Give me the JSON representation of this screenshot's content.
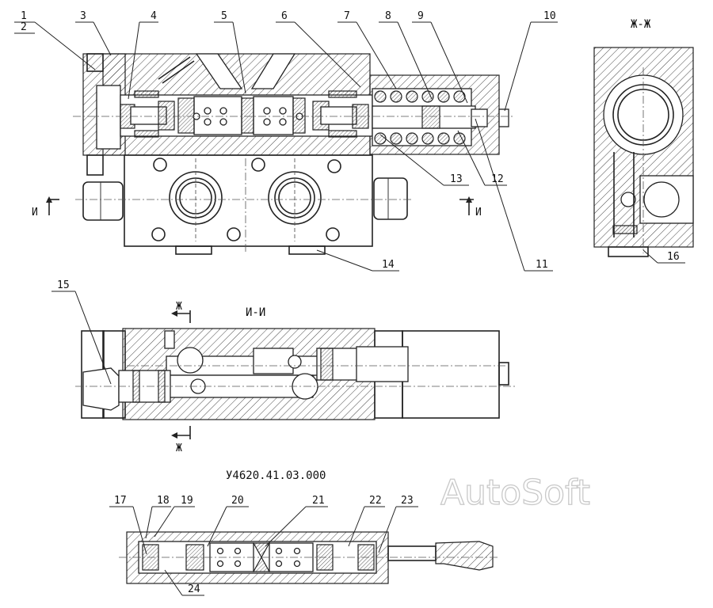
{
  "drawing": {
    "part_number": "У4620.41.03.000",
    "watermark": "AutoSoft",
    "sections": {
      "zh": "Ж-Ж",
      "i": "И-И"
    },
    "cut_marks": {
      "i_left": "И",
      "i_right": "И",
      "zh_top": "Ж",
      "zh_bottom": "Ж"
    },
    "callouts": [
      {
        "id": "c1",
        "label": "1"
      },
      {
        "id": "c2",
        "label": "2"
      },
      {
        "id": "c3",
        "label": "3"
      },
      {
        "id": "c4",
        "label": "4"
      },
      {
        "id": "c5",
        "label": "5"
      },
      {
        "id": "c6",
        "label": "6"
      },
      {
        "id": "c7",
        "label": "7"
      },
      {
        "id": "c8",
        "label": "8"
      },
      {
        "id": "c9",
        "label": "9"
      },
      {
        "id": "c10",
        "label": "10"
      },
      {
        "id": "c11",
        "label": "11"
      },
      {
        "id": "c12",
        "label": "12"
      },
      {
        "id": "c13",
        "label": "13"
      },
      {
        "id": "c14",
        "label": "14"
      },
      {
        "id": "c15",
        "label": "15"
      },
      {
        "id": "c16",
        "label": "16"
      },
      {
        "id": "c17",
        "label": "17"
      },
      {
        "id": "c18",
        "label": "18"
      },
      {
        "id": "c19",
        "label": "19"
      },
      {
        "id": "c20",
        "label": "20"
      },
      {
        "id": "c21",
        "label": "21"
      },
      {
        "id": "c22",
        "label": "22"
      },
      {
        "id": "c23",
        "label": "23"
      },
      {
        "id": "c24",
        "label": "24"
      }
    ]
  }
}
